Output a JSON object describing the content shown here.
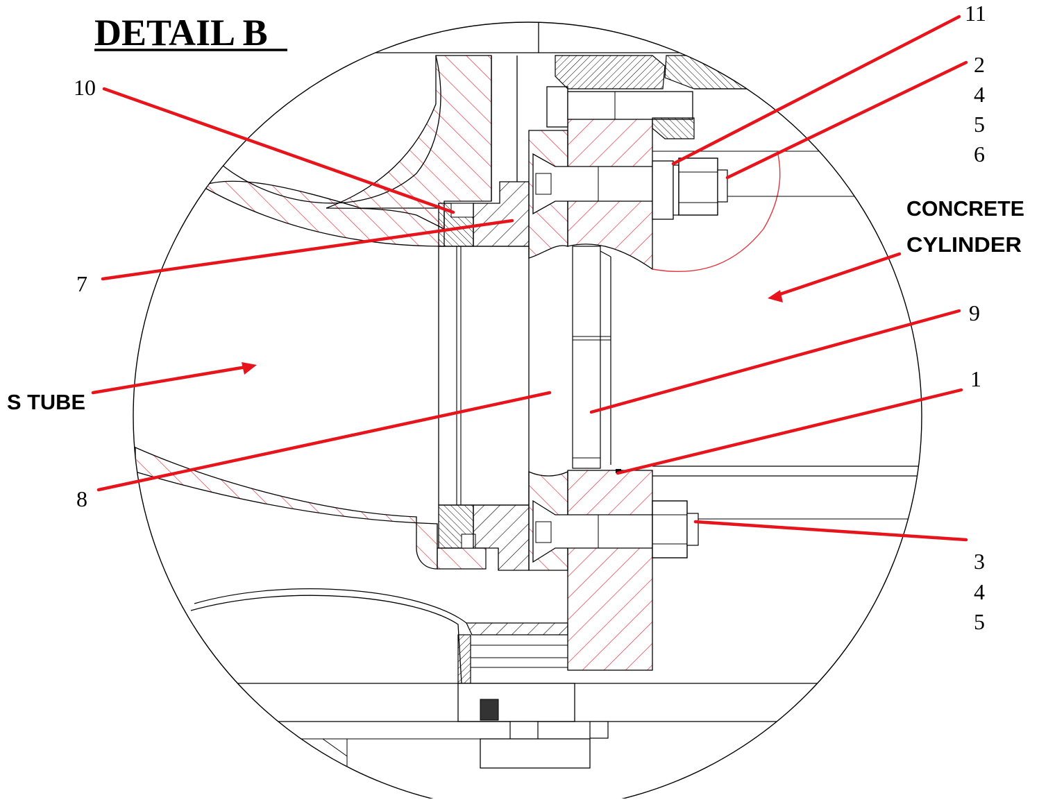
{
  "title": "DETAIL B",
  "callouts": {
    "c10": "10",
    "c7": "7",
    "c8": "8",
    "c11": "11",
    "c2": "2",
    "c4a": "4",
    "c5a": "5",
    "c6": "6",
    "c9": "9",
    "c1": "1",
    "c3": "3",
    "c4b": "4",
    "c5b": "5"
  },
  "labels": {
    "concrete_1": "CONCRETE",
    "concrete_2": "CYLINDER",
    "s_tube": "S TUBE"
  },
  "colors": {
    "leader": "#e8141c",
    "hatch_red": "#e0373f",
    "line": "#000000"
  }
}
